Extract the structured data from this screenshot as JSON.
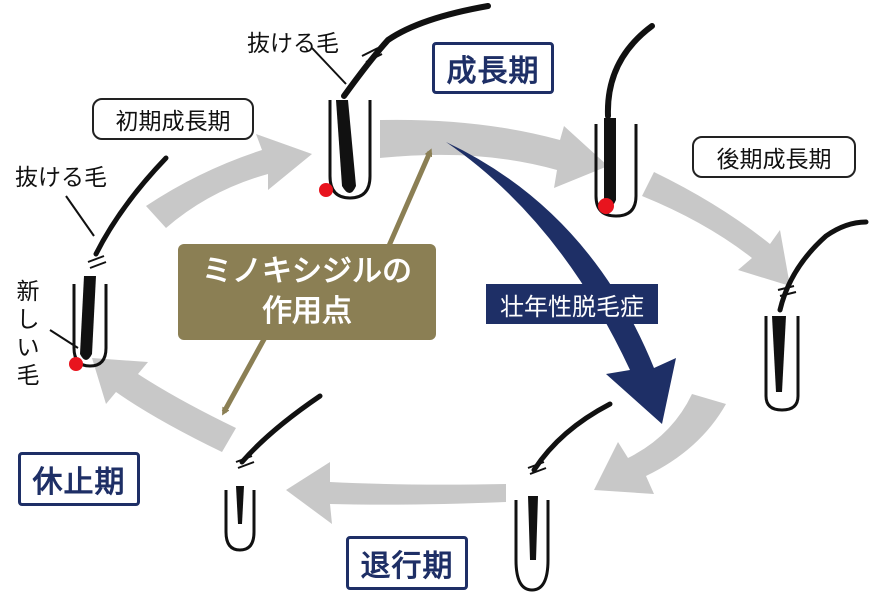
{
  "phases": {
    "growth": "成長期",
    "regression": "退行期",
    "rest": "休止期"
  },
  "subphases": {
    "early_growth": "初期成長期",
    "late_growth": "後期成長期"
  },
  "labels": {
    "falling_hair_top": "抜ける毛",
    "falling_hair_left": "抜ける毛",
    "new_hair": [
      "新",
      "し",
      "い",
      "毛"
    ]
  },
  "callouts": {
    "minoxidil": [
      "ミノキシジルの",
      "作用点"
    ],
    "aga": "壮年性脱毛症"
  },
  "colors": {
    "navy": "#1e2f66",
    "gold": "#8b7f54",
    "cycle_arrow": "#c8c8c8",
    "papilla": "#e8141e"
  }
}
